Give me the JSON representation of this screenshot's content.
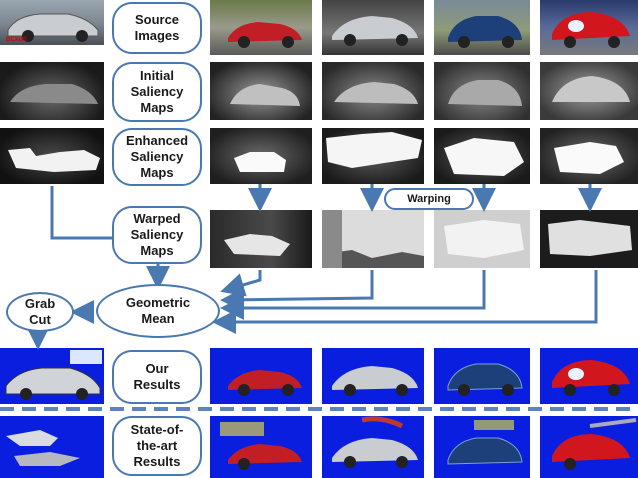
{
  "rows": {
    "source": "Source\nImages",
    "initial": "Initial\nSaliency\nMaps",
    "enhanced": "Enhanced\nSaliency\nMaps",
    "warped": "Warped\nSaliency\nMaps",
    "results": "Our\nResults",
    "sota": "State-of-\nthe-art\nResults"
  },
  "ops": {
    "warping": "Warping",
    "geometric_mean": "Geometric\nMean",
    "grabcut": "Grab\nCut"
  },
  "colors": {
    "arrow": "#4a78b0",
    "result_background": "#0a1ee0"
  },
  "logo_text": "BEXUS"
}
